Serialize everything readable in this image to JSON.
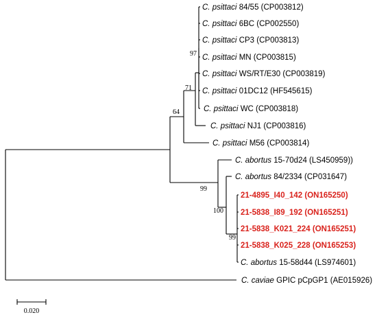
{
  "colors": {
    "branch": "#000000",
    "highlight": "#d9221c"
  },
  "taxa": [
    {
      "genus": "C. psittaci",
      "rest": " 84/55 (CP003812)",
      "highlight": false
    },
    {
      "genus": "C. psittaci",
      "rest": " 6BC (CP002550)",
      "highlight": false
    },
    {
      "genus": "C. psittaci",
      "rest": " CP3 (CP003813)",
      "highlight": false
    },
    {
      "genus": "C. psittaci",
      "rest": " MN (CP003815)",
      "highlight": false
    },
    {
      "genus": "C. psittaci",
      "rest": " WS/RT/E30 (CP003819)",
      "highlight": false
    },
    {
      "genus": "C. psittaci",
      "rest": " 01DC12 (HF545615)",
      "highlight": false
    },
    {
      "genus": "C. psittaci",
      "rest": " WC (CP003818)",
      "highlight": false
    },
    {
      "genus": "C. psittaci",
      "rest": " NJ1 (CP003816)",
      "highlight": false
    },
    {
      "genus": "C. psittaci",
      "rest": " M56 (CP003814)",
      "highlight": false
    },
    {
      "genus": "C. abortus",
      "rest": " 15-70d24 (LS450959))",
      "highlight": false
    },
    {
      "genus": "C. abortus",
      "rest": " 84/2334 (CP031647)",
      "highlight": false
    },
    {
      "genus": "",
      "rest": "21-4895_I40_142 (ON165250)",
      "highlight": true
    },
    {
      "genus": "",
      "rest": "21-5838_I89_192 (ON165251)",
      "highlight": true
    },
    {
      "genus": "",
      "rest": "21-5838_K021_224 (ON165251)",
      "highlight": true
    },
    {
      "genus": "",
      "rest": "21-5838_K025_228 (ON165253)",
      "highlight": true
    },
    {
      "genus": "C. abortus",
      "rest": " 15-58d44 (LS974601)",
      "highlight": false
    },
    {
      "genus": "C. caviae",
      "rest": " GPIC pCpGP1 (AE015926)",
      "highlight": false
    }
  ],
  "bootstrap": [
    "97",
    "71",
    "64",
    "99",
    "100",
    "99"
  ],
  "scale": {
    "label": "0.020"
  }
}
